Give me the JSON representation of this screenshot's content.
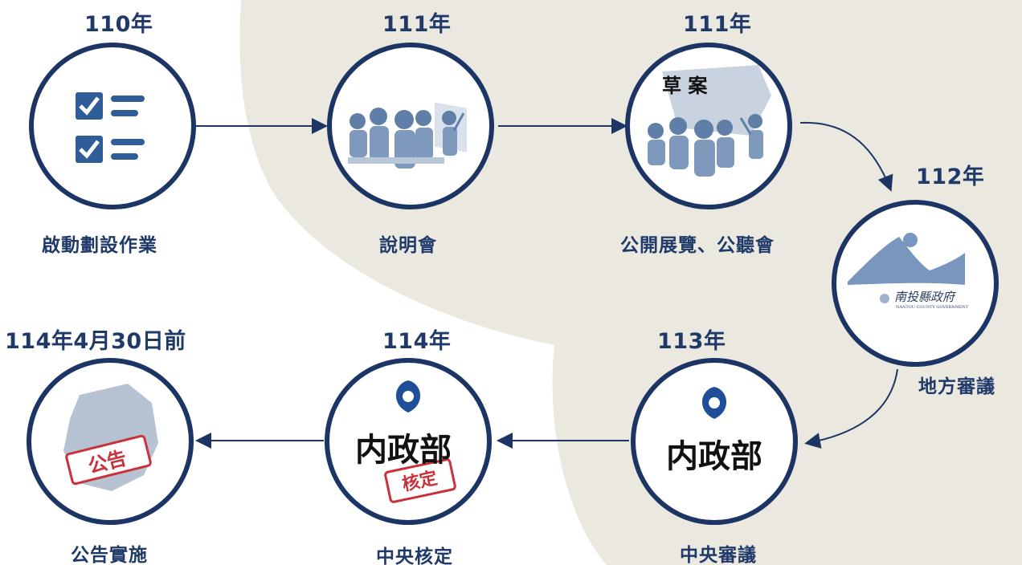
{
  "steps": [
    {
      "year": "110年",
      "label": "啟動劃設作業",
      "icon": "checklist-icon"
    },
    {
      "year": "111年",
      "label": "說明會",
      "icon": "meeting-icon"
    },
    {
      "year": "111年",
      "label": "公開展覽、公聽會",
      "icon": "draft-meeting-icon",
      "overlay": "草 案"
    },
    {
      "year": "112年",
      "label": "地方審議",
      "icon": "county-government-logo",
      "overlay": "南投縣政府",
      "overlay_sub": "NANTOU COUNTY GOVERNMENT"
    },
    {
      "year": "113年",
      "label": "中央審議",
      "icon": "ministry-interior-logo",
      "overlay": "内政部"
    },
    {
      "year": "114年",
      "label": "中央核定",
      "icon": "approved-stamp-icon",
      "overlay": "内政部",
      "stamp": "核定"
    },
    {
      "year": "114年4月30日前",
      "label": "公告實施",
      "icon": "announcement-map-icon",
      "stamp": "公告"
    }
  ],
  "colors": {
    "primary": "#1c3564",
    "text": "#1f3a68",
    "background_shape": "#ebe8e0",
    "stamp": "#c8323a",
    "icon_blue": "#2f5d99"
  }
}
